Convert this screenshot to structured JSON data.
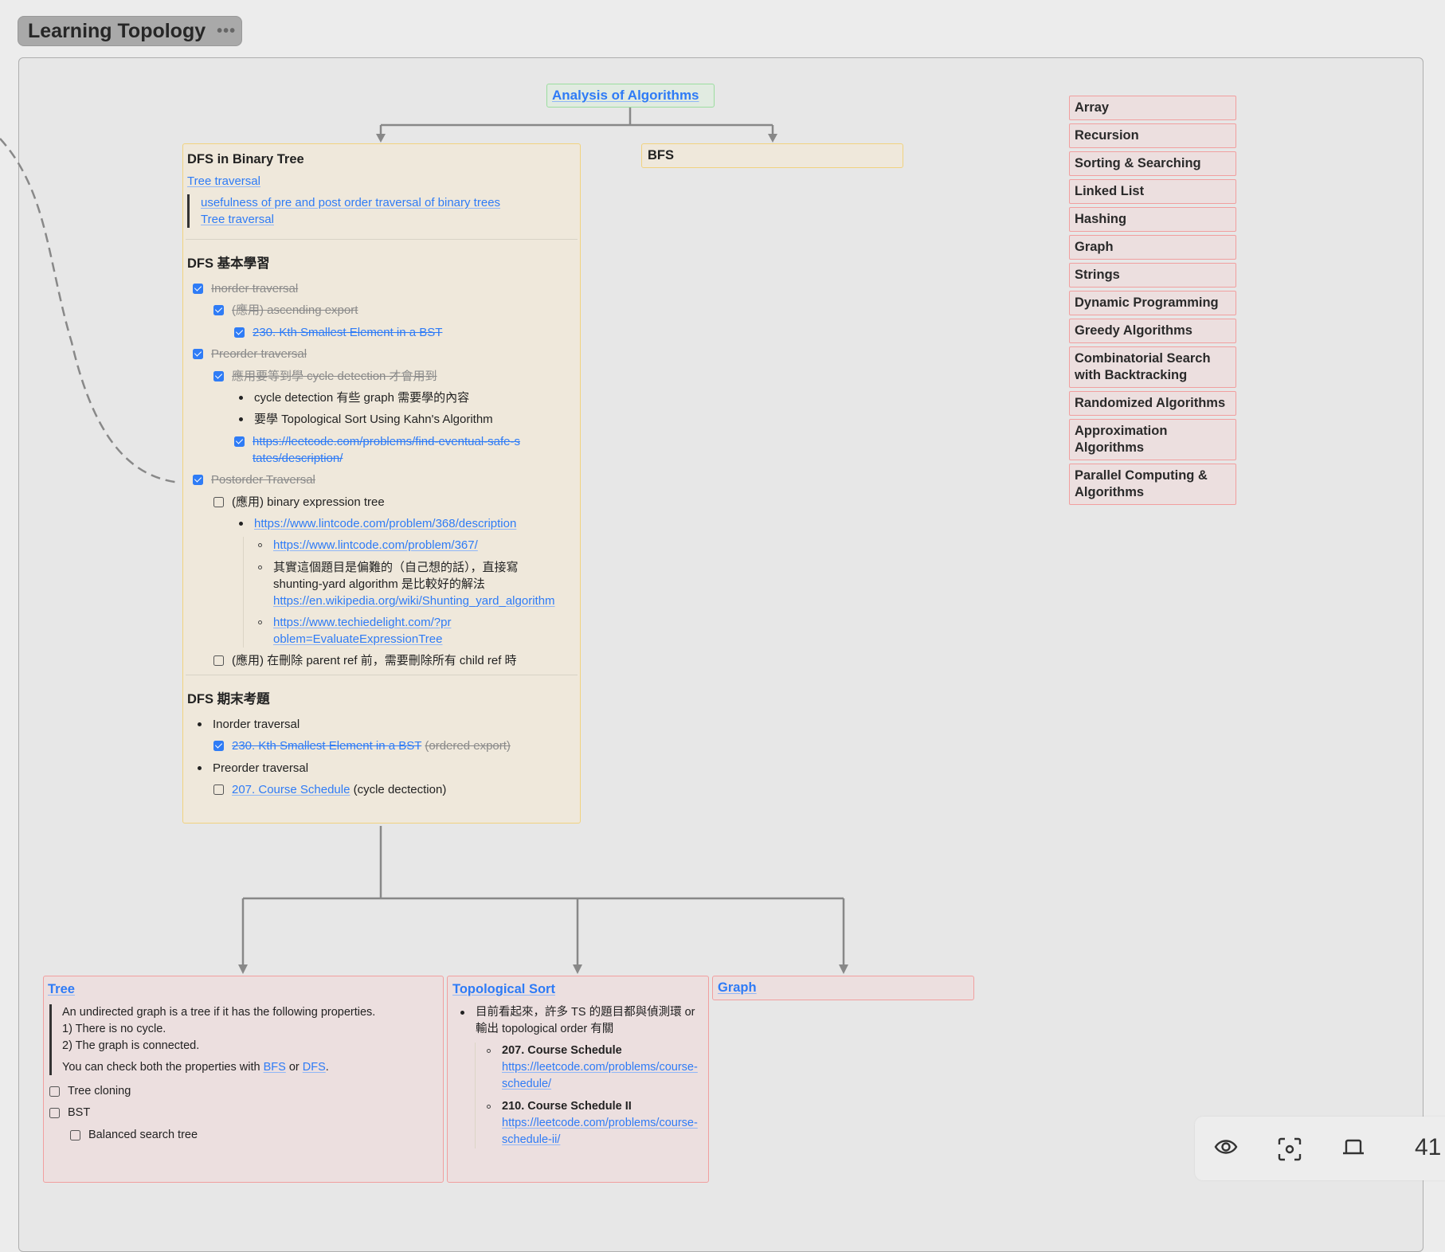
{
  "header": {
    "title": "Learning Topology",
    "more_icon": "ellipsis-icon"
  },
  "colors": {
    "link": "#2e7bf6",
    "yellow_node": "#efe8db",
    "red_node": "#ecdfdf",
    "green_node": "#e1ebe1",
    "checkbox": "#2f7cf6"
  },
  "nodes": {
    "analysis": {
      "title": "Analysis of Algorithms"
    },
    "bfs": {
      "title": "BFS"
    },
    "dfs": {
      "title": "DFS in Binary Tree",
      "link": "Tree traversal",
      "quote": [
        "usefulness of pre and post order traversal of binary trees",
        "Tree traversal"
      ],
      "basics": {
        "heading": "DFS 基本學習",
        "items": [
          "Inorder traversal",
          "(應用) ascending export",
          "230. Kth Smallest Element in a BST",
          "Preorder traversal",
          "應用要等到學 cycle detection 才會用到",
          "cycle detection 有些 graph 需要學的內容",
          "要學 Topological Sort Using Kahn's Algorithm",
          "https://leetcode.com/problems/find-eventual-safe-states/description/",
          "Postorder Traversal",
          "(應用) binary expression tree",
          "https://www.lintcode.com/problem/368/description",
          "https://www.lintcode.com/problem/367/",
          "其實這個題目是偏難的（自己想的話），直接寫 shunting-yard algorithm 是比較好的解法",
          "https://en.wikipedia.org/wiki/Shunting_yard_algorithm",
          "https://www.techiedelight.com/?problem=EvaluateExpressionTree",
          "(應用) 在刪除 parent ref 前，需要刪除所有 child ref 時"
        ]
      },
      "final": {
        "heading": "DFS 期末考題",
        "items": [
          "Inorder traversal",
          "230. Kth Smallest Element in a BST",
          "(ordered export)",
          "Preorder traversal",
          "207. Course Schedule",
          "(cycle dectection)"
        ]
      }
    },
    "tree": {
      "title": "Tree",
      "quote": [
        "An undirected graph is a tree if it has the following properties.",
        "1) There is no cycle.",
        "2) The graph is connected."
      ],
      "check_prefix": "You can check both the properties with",
      "bfs": "BFS",
      "or": "or",
      "dfs": "DFS",
      "period": ".",
      "tasks": [
        "Tree cloning",
        "BST",
        "Balanced search tree"
      ]
    },
    "topo": {
      "title": "Topological Sort",
      "note": "目前看起來，許多 TS 的題目都與偵測環 or 輸出 topological order 有關",
      "problems": [
        {
          "name": "207. Course Schedule",
          "url": "https://leetcode.com/problems/course-schedule/"
        },
        {
          "name": "210. Course Schedule II",
          "url": "https://leetcode.com/problems/course-schedule-ii/"
        }
      ]
    },
    "graph": {
      "title": "Graph"
    }
  },
  "topics": [
    "Array",
    "Recursion",
    "Sorting & Searching",
    "Linked List",
    "Hashing",
    "Graph",
    "Strings",
    "Dynamic Programming",
    "Greedy Algorithms",
    "Combinatorial Search with Backtracking",
    "Randomized Algorithms",
    "Approximation Algorithms",
    "Parallel Computing & Algorithms"
  ],
  "toolbar": {
    "icons": [
      "eye-icon",
      "focus-icon",
      "laptop-icon"
    ],
    "count": "41"
  }
}
